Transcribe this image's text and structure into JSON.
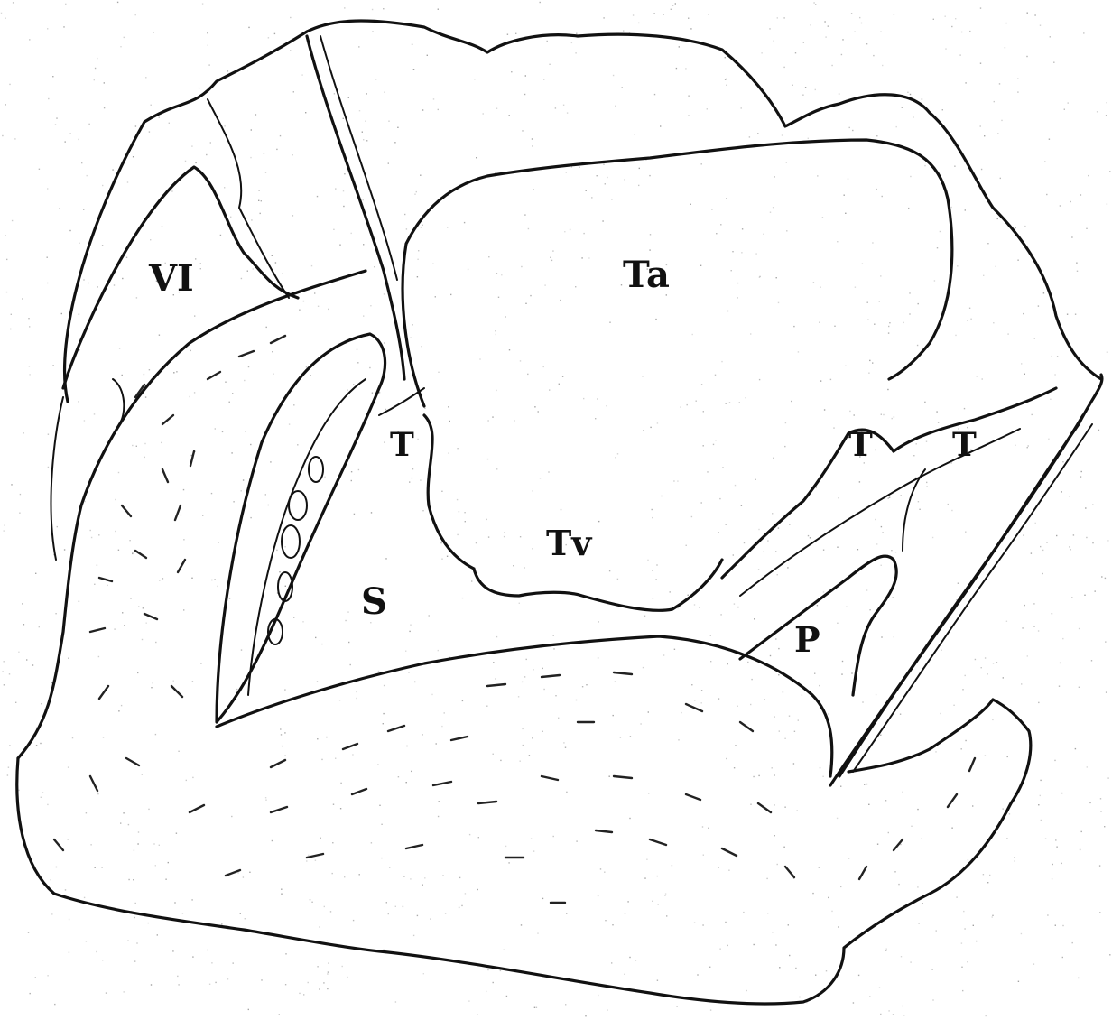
{
  "figure": {
    "labels": {
      "vi": "VI",
      "ta": "Ta",
      "tv": "Tv",
      "s": "S",
      "p": "P",
      "t_left": "T",
      "t_mid": "T",
      "t_right": "T"
    },
    "ink_color": "#111111",
    "paper_color": "#ffffff"
  }
}
